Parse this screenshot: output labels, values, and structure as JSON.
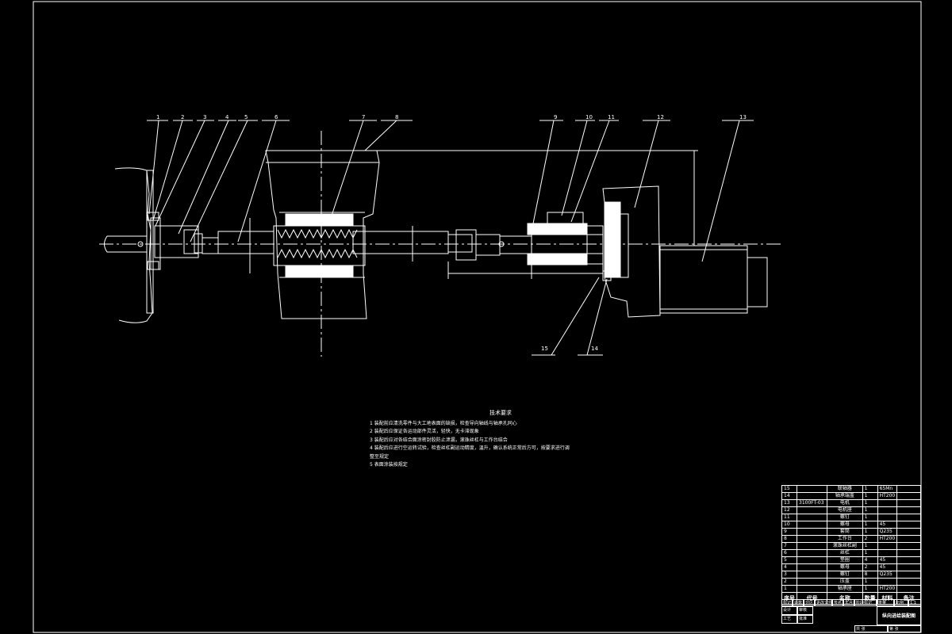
{
  "balloons": [
    "1",
    "2",
    "3",
    "4",
    "5",
    "6",
    "7",
    "8",
    "9",
    "10",
    "11",
    "12",
    "13",
    "15",
    "14"
  ],
  "technical_requirements": {
    "title": "技术要求",
    "items": [
      "1 装配前应清洗零件与大工地表面的缺损，检查导向轴线与轴承孔同心",
      "2 装配后应保证各运动部件灵活，轻快，无卡滞现象",
      "3 装配后应对各结合面涂密封胶防止泄漏，滚珠丝杠与工作台结合",
      "4 装配后应进行空运转试验，检查丝杠副运动精度，温升，确认系统正常后方可，按要求进行调",
      "整至规定",
      "5 表面涂装按规定"
    ]
  },
  "bom": {
    "rows": [
      {
        "no": "15",
        "code": "",
        "name": "联轴器",
        "qty": "1",
        "material": "65Mn",
        "note": ""
      },
      {
        "no": "14",
        "code": "",
        "name": "轴承端盖",
        "qty": "1",
        "material": "HT200",
        "note": ""
      },
      {
        "no": "13",
        "code": "3100FT-03",
        "name": "电机",
        "qty": "1",
        "material": "",
        "note": ""
      },
      {
        "no": "12",
        "code": "",
        "name": "电机座",
        "qty": "1",
        "material": "",
        "note": ""
      },
      {
        "no": "11",
        "code": "",
        "name": "螺钉",
        "qty": "1",
        "material": "",
        "note": ""
      },
      {
        "no": "10",
        "code": "",
        "name": "螺母",
        "qty": "1",
        "material": "45",
        "note": ""
      },
      {
        "no": "9",
        "code": "",
        "name": "套筒",
        "qty": "1",
        "material": "Q235",
        "note": ""
      },
      {
        "no": "8",
        "code": "",
        "name": "工作台",
        "qty": "2",
        "material": "HT200",
        "note": ""
      },
      {
        "no": "7",
        "code": "",
        "name": "滚珠丝杠副",
        "qty": "1",
        "material": "",
        "note": ""
      },
      {
        "no": "6",
        "code": "",
        "name": "丝杠",
        "qty": "1",
        "material": "",
        "note": ""
      },
      {
        "no": "5",
        "code": "",
        "name": "垫圈",
        "qty": "4",
        "material": "45",
        "note": ""
      },
      {
        "no": "4",
        "code": "",
        "name": "螺母",
        "qty": "2",
        "material": "45",
        "note": ""
      },
      {
        "no": "3",
        "code": "",
        "name": "螺钉",
        "qty": "8",
        "material": "Q235",
        "note": ""
      },
      {
        "no": "2",
        "code": "",
        "name": "压盖",
        "qty": "1",
        "material": "",
        "note": ""
      },
      {
        "no": "1",
        "code": "",
        "name": "轴承座",
        "qty": "1",
        "material": "HT200",
        "note": ""
      }
    ],
    "header": {
      "no": "序号",
      "code": "代号",
      "name": "名称",
      "qty": "数量",
      "material": "材料",
      "note": "备注"
    }
  },
  "title_block": {
    "drawing_title": "纵向进给装配图",
    "cells": [
      "标记",
      "处数",
      "分区",
      "更改文件号",
      "签名",
      "年月日",
      "设计",
      "审核",
      "工艺",
      "批准",
      "阶段标记",
      "重量",
      "比例",
      "1:1",
      "共 张",
      "第 张"
    ]
  },
  "colors": {
    "background": "#000000",
    "lines": "#ffffff"
  }
}
